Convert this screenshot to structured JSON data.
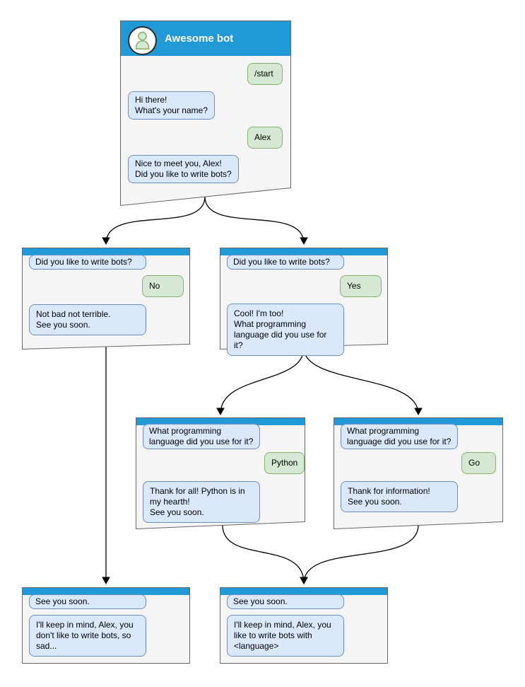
{
  "colors": {
    "header_blue": "#2099d6",
    "window_fill": "#f5f5f5",
    "window_border": "#666666",
    "bot_fill": "#dae8fc",
    "bot_border": "#6c8ebf",
    "user_fill": "#d5e8d4",
    "user_border": "#82b366",
    "arrow": "#000000"
  },
  "windows": [
    {
      "title": "Awesome bot",
      "messages": [
        {
          "from": "user",
          "text": "/start"
        },
        {
          "from": "bot",
          "text": "Hi there!\nWhat's your name?"
        },
        {
          "from": "user",
          "text": "Alex"
        },
        {
          "from": "bot",
          "text": "Nice to meet you, Alex!\nDid you like to write bots?"
        }
      ]
    },
    {
      "messages": [
        {
          "from": "context",
          "text": "Did you like to write bots?"
        },
        {
          "from": "user",
          "text": "No"
        },
        {
          "from": "bot",
          "text": "Not bad not terrible.\nSee you soon."
        }
      ]
    },
    {
      "messages": [
        {
          "from": "context",
          "text": "Did you like to write bots?"
        },
        {
          "from": "user",
          "text": "Yes"
        },
        {
          "from": "bot",
          "text": "Cool! I'm too!\nWhat programming\nlanguage did you use for it?"
        }
      ]
    },
    {
      "messages": [
        {
          "from": "context",
          "text": "What programming\nlanguage did you use for it?"
        },
        {
          "from": "user",
          "text": "Python"
        },
        {
          "from": "bot",
          "text": "Thank for all! Python is in\nmy hearth!\nSee you soon."
        }
      ]
    },
    {
      "messages": [
        {
          "from": "context",
          "text": "What programming\nlanguage did you use for it?"
        },
        {
          "from": "user",
          "text": "Go"
        },
        {
          "from": "bot",
          "text": "Thank for information!\nSee you soon."
        }
      ]
    },
    {
      "messages": [
        {
          "from": "context",
          "text": "See you soon."
        },
        {
          "from": "bot",
          "text": "I'll keep in mind, Alex, you\ndon't like to write bots, so\nsad..."
        }
      ]
    },
    {
      "messages": [
        {
          "from": "context",
          "text": "See you soon."
        },
        {
          "from": "bot",
          "text": "I'll keep in mind, Alex, you\nlike to write bots with\n<language>"
        }
      ]
    }
  ]
}
